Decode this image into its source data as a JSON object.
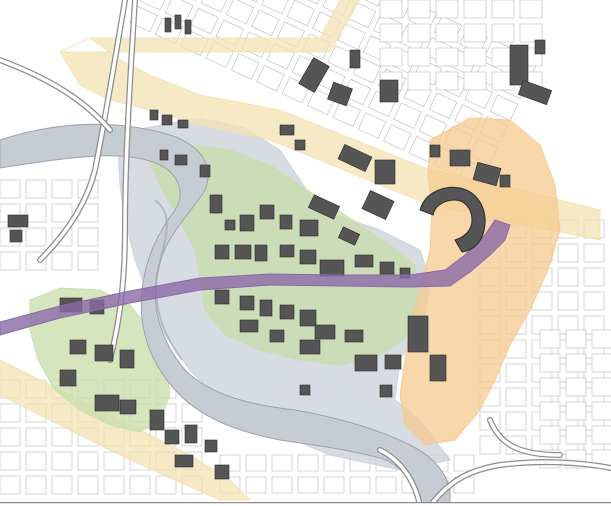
{
  "map": {
    "labels": [],
    "colors": {
      "background": "#ffffff",
      "block_fill": "#ffffff",
      "block_stroke": "#b8b8b8",
      "street": "#d2d2d2",
      "freeway_outline": "#8c8c8c",
      "river": "#c6ccd3",
      "river_shadow": "#9aa3ad",
      "river_halo": "#dde3ea",
      "building_fill": "#555555",
      "building_stroke": "#2a2a2a",
      "corridor_purple": "#8b6aa8",
      "zone_green": "#c7deaa",
      "zone_orange": "#f6c98f",
      "zone_yellow": "#f3e1b1",
      "zone_blue_gray": "#c9d0da"
    },
    "zones": [
      {
        "id": "green-campus-west-bank",
        "color_key": "zone_green"
      },
      {
        "id": "green-campus-east-bank",
        "color_key": "zone_green"
      },
      {
        "id": "orange-stadium-district",
        "color_key": "zone_orange"
      },
      {
        "id": "yellow-downtown-corridor",
        "color_key": "zone_yellow"
      },
      {
        "id": "yellow-south-corridor",
        "color_key": "zone_yellow"
      },
      {
        "id": "blue-gray-river-influence",
        "color_key": "zone_blue_gray"
      }
    ],
    "corridors": [
      {
        "id": "purple-transit-corridor",
        "color_key": "corridor_purple"
      }
    ],
    "icons": {
      "stadium": "stadium-icon"
    }
  }
}
